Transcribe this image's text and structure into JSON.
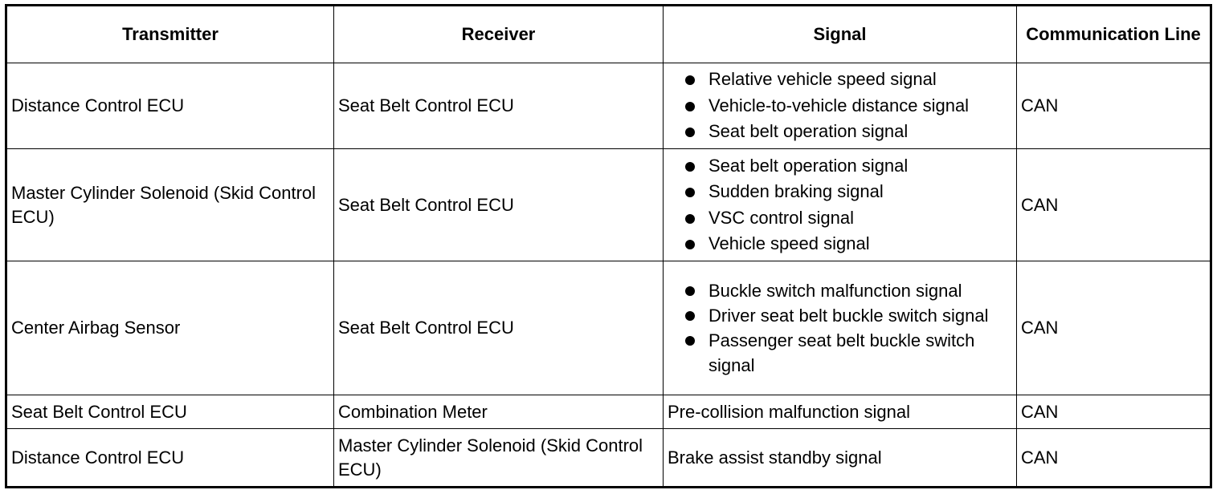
{
  "table": {
    "headers": [
      "Transmitter",
      "Receiver",
      "Signal",
      "Communication Line"
    ],
    "rows": [
      {
        "transmitter": "Distance Control ECU",
        "receiver": "Seat Belt Control ECU",
        "signals": [
          "Relative vehicle speed signal",
          "Vehicle-to-vehicle distance signal",
          "Seat belt operation signal"
        ],
        "line": "CAN"
      },
      {
        "transmitter": "Master Cylinder Solenoid (Skid Control ECU)",
        "receiver": "Seat Belt Control ECU",
        "signals": [
          "Seat belt operation signal",
          "Sudden braking signal",
          "VSC control signal",
          "Vehicle speed signal"
        ],
        "line": "CAN"
      },
      {
        "transmitter": "Center Airbag Sensor",
        "receiver": "Seat Belt Control ECU",
        "signals": [
          "Buckle switch malfunction signal",
          "Driver seat belt buckle switch signal",
          "Passenger seat belt buckle switch signal"
        ],
        "line": "CAN"
      },
      {
        "transmitter": "Seat Belt Control ECU",
        "receiver": "Combination Meter",
        "signal": "Pre-collision malfunction signal",
        "line": "CAN"
      },
      {
        "transmitter": "Distance Control ECU",
        "receiver": "Master Cylinder Solenoid (Skid Control ECU)",
        "signal": "Brake assist standby signal",
        "line": "CAN"
      }
    ]
  }
}
